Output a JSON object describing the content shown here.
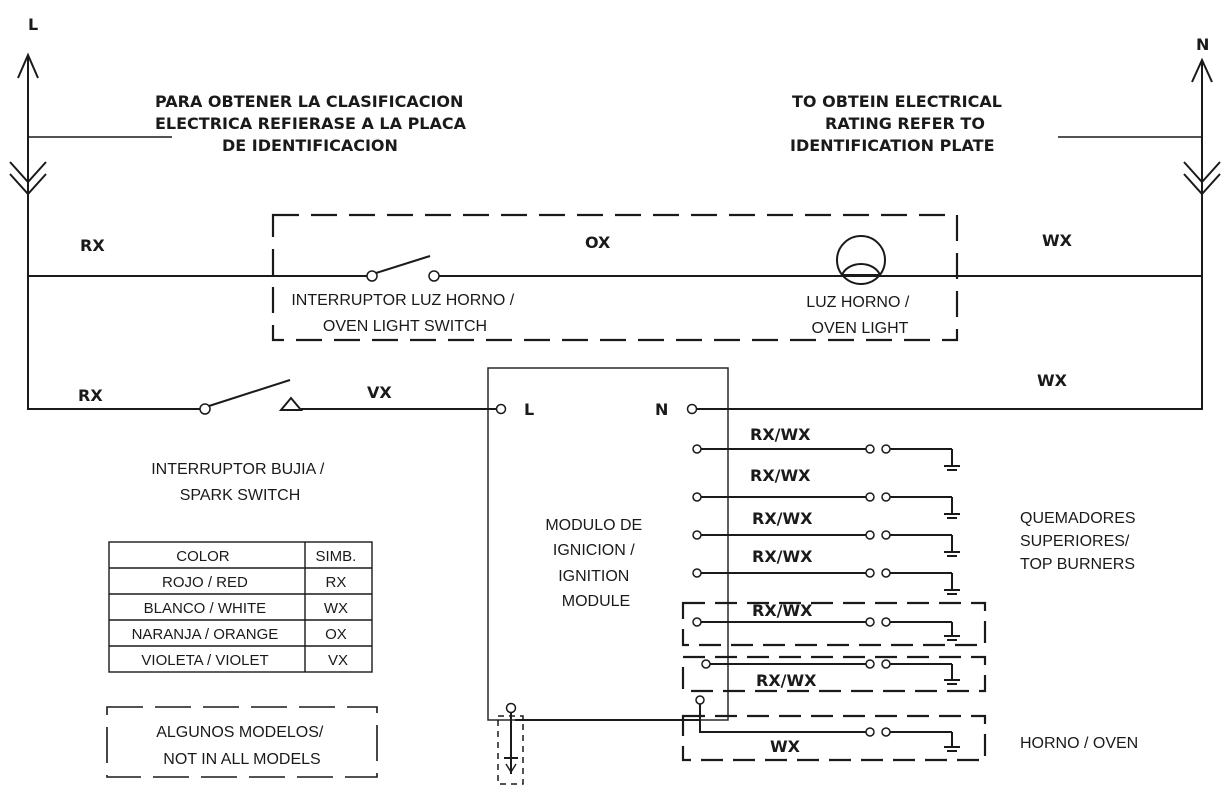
{
  "terminals": {
    "line": "L",
    "neutral": "N"
  },
  "notes": {
    "es": [
      "PARA OBTENER LA CLASIFICACION",
      "ELECTRICA REFIERASE A LA PLACA",
      "DE IDENTIFICACION"
    ],
    "en": [
      "TO OBTEIN ELECTRICAL",
      "RATING REFER TO",
      "IDENTIFICATION PLATE"
    ]
  },
  "wires": {
    "top_left": "RX",
    "top_mid": "OX",
    "top_right": "WX",
    "bottom_left": "RX",
    "bottom_mid": "VX",
    "bottom_right": "WX"
  },
  "components": {
    "oven_light_switch": [
      "INTERRUPTOR LUZ HORNO /",
      "OVEN LIGHT SWITCH"
    ],
    "oven_light": [
      "LUZ HORNO /",
      "OVEN LIGHT"
    ],
    "spark_switch": [
      "INTERRUPTOR BUJIA /",
      "SPARK SWITCH"
    ],
    "module": [
      "MODULO DE",
      "IGNICION /",
      "IGNITION",
      "MODULE"
    ],
    "module_l": "L",
    "module_n": "N",
    "top_burners": [
      "QUEMADORES",
      "SUPERIORES/",
      "TOP BURNERS"
    ],
    "oven": "HORNO / OVEN"
  },
  "outputs": [
    "RX/WX",
    "RX/WX",
    "RX/WX",
    "RX/WX",
    "RX/WX",
    "RX/WX",
    "WX"
  ],
  "legend": {
    "headers": [
      "COLOR",
      "SIMB."
    ],
    "rows": [
      [
        "ROJO / RED",
        "RX"
      ],
      [
        "BLANCO / WHITE",
        "WX"
      ],
      [
        "NARANJA / ORANGE",
        "OX"
      ],
      [
        "VIOLETA / VIOLET",
        "VX"
      ]
    ]
  },
  "models_note": [
    "ALGUNOS MODELOS/",
    "NOT IN ALL MODELS"
  ]
}
